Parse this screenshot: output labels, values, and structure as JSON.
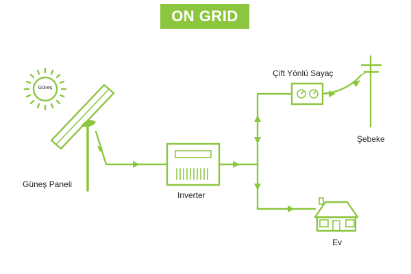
{
  "title": "ON GRID",
  "labels": {
    "sun": "Güneş",
    "solar_panel": "Güneş Paneli",
    "inverter": "Inverter",
    "meter": "Çift Yönlü Sayaç",
    "grid": "Şebeke",
    "house": "Ev"
  },
  "colors": {
    "accent": "#8cc63f",
    "text": "#222222"
  }
}
